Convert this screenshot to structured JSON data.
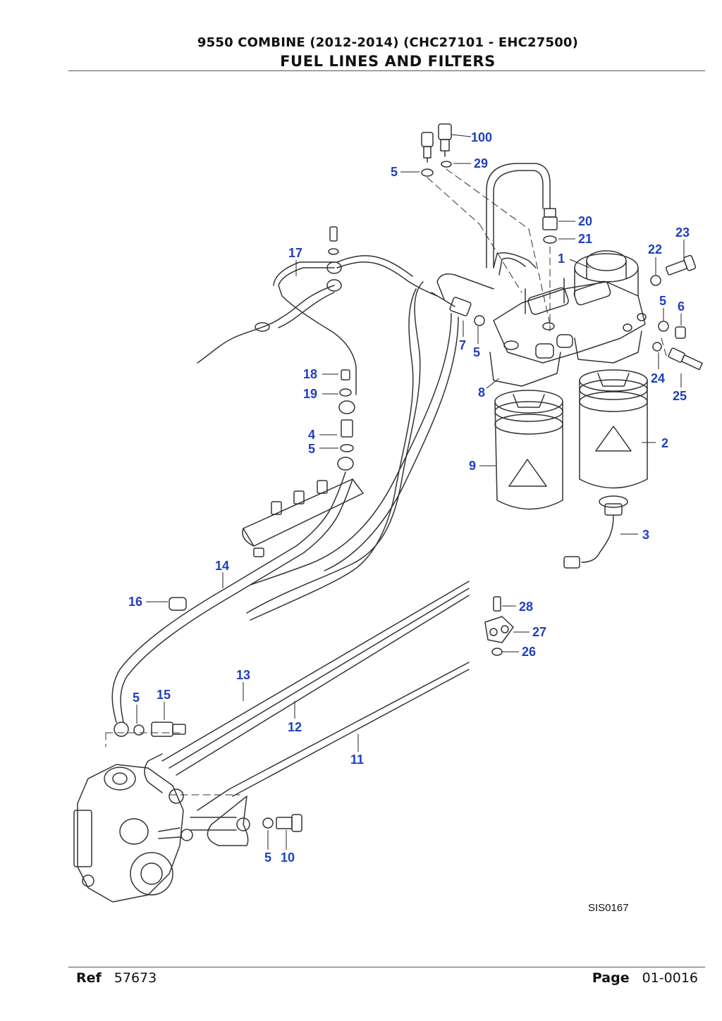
{
  "header": {
    "line1": "9550 COMBINE (2012-2014) (CHC27101 - EHC27500)",
    "line2": "FUEL LINES AND FILTERS"
  },
  "diagram": {
    "code": "SIS0167",
    "callouts": [
      "100",
      "29",
      "5",
      "20",
      "21",
      "23",
      "22",
      "1",
      "17",
      "5",
      "6",
      "7",
      "5",
      "24",
      "25",
      "18",
      "19",
      "8",
      "2",
      "4",
      "5",
      "9",
      "3",
      "14",
      "16",
      "28",
      "27",
      "26",
      "13",
      "5",
      "15",
      "12",
      "11",
      "5",
      "10"
    ]
  },
  "footer": {
    "ref_label": "Ref",
    "ref_value": "57673",
    "page_label": "Page",
    "page_value": "01-0016"
  }
}
